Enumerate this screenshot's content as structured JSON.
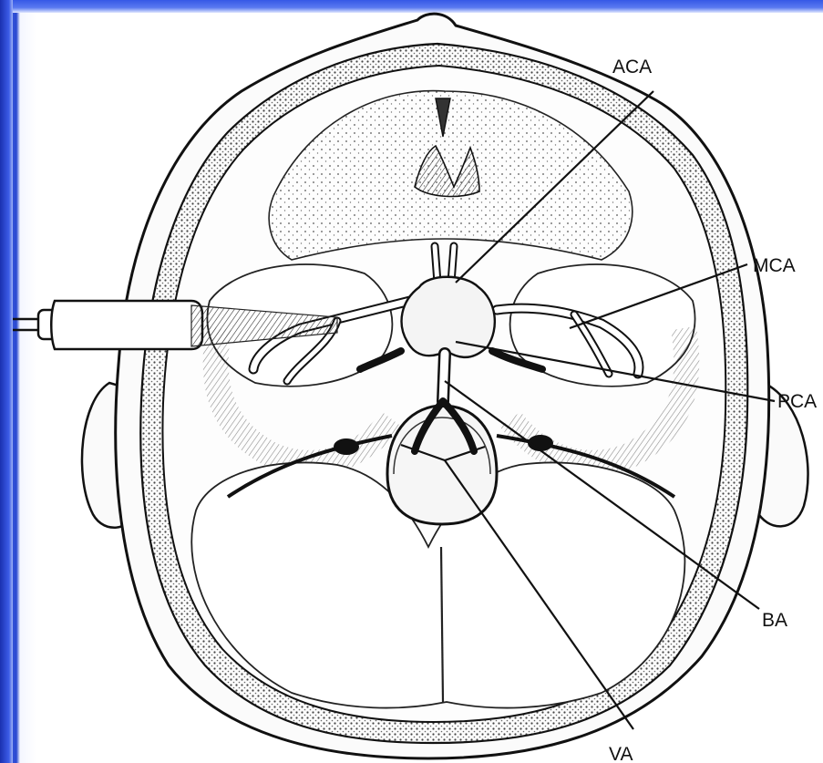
{
  "diagram": {
    "labels": {
      "aca": "ACA",
      "mca": "MCA",
      "pca": "PCA",
      "ba": "BA",
      "va": "VA"
    },
    "colors": {
      "background_edge": "#2a48d0",
      "ink": "#111111",
      "paper": "#ffffff"
    }
  }
}
